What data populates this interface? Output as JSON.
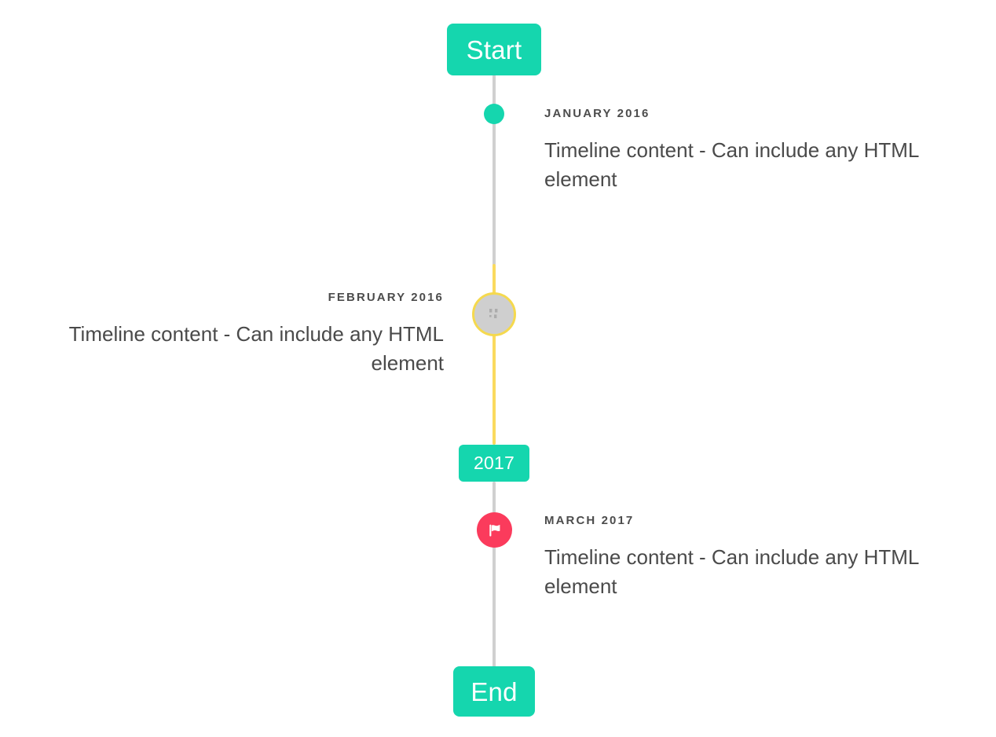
{
  "theme": {
    "background": "#ffffff",
    "accent_teal": "#15d6ae",
    "accent_yellow": "#fada5e",
    "accent_pink": "#fb3b5c",
    "line_gray": "#d0d0d0",
    "marker_gray": "#cfcfcf",
    "label_color": "#4c4c4c",
    "body_color": "#4a4a4a"
  },
  "caps": {
    "start": "Start",
    "year": "2017",
    "end": "End"
  },
  "entries": [
    {
      "label": "JANUARY 2016",
      "body": "Timeline content - Can include any HTML element",
      "side": "right",
      "marker": "dot-icon",
      "marker_color": "#15d6ae"
    },
    {
      "label": "FEBRUARY 2016",
      "body": "Timeline content - Can include any HTML element",
      "side": "left",
      "marker": "broken-image-icon",
      "marker_color": "#cfcfcf",
      "marker_ring_color": "#f5d94e"
    },
    {
      "label": "MARCH 2017",
      "body": "Timeline content - Can include any HTML element",
      "side": "right",
      "marker": "flag-icon",
      "marker_color": "#fb3b5c"
    }
  ]
}
